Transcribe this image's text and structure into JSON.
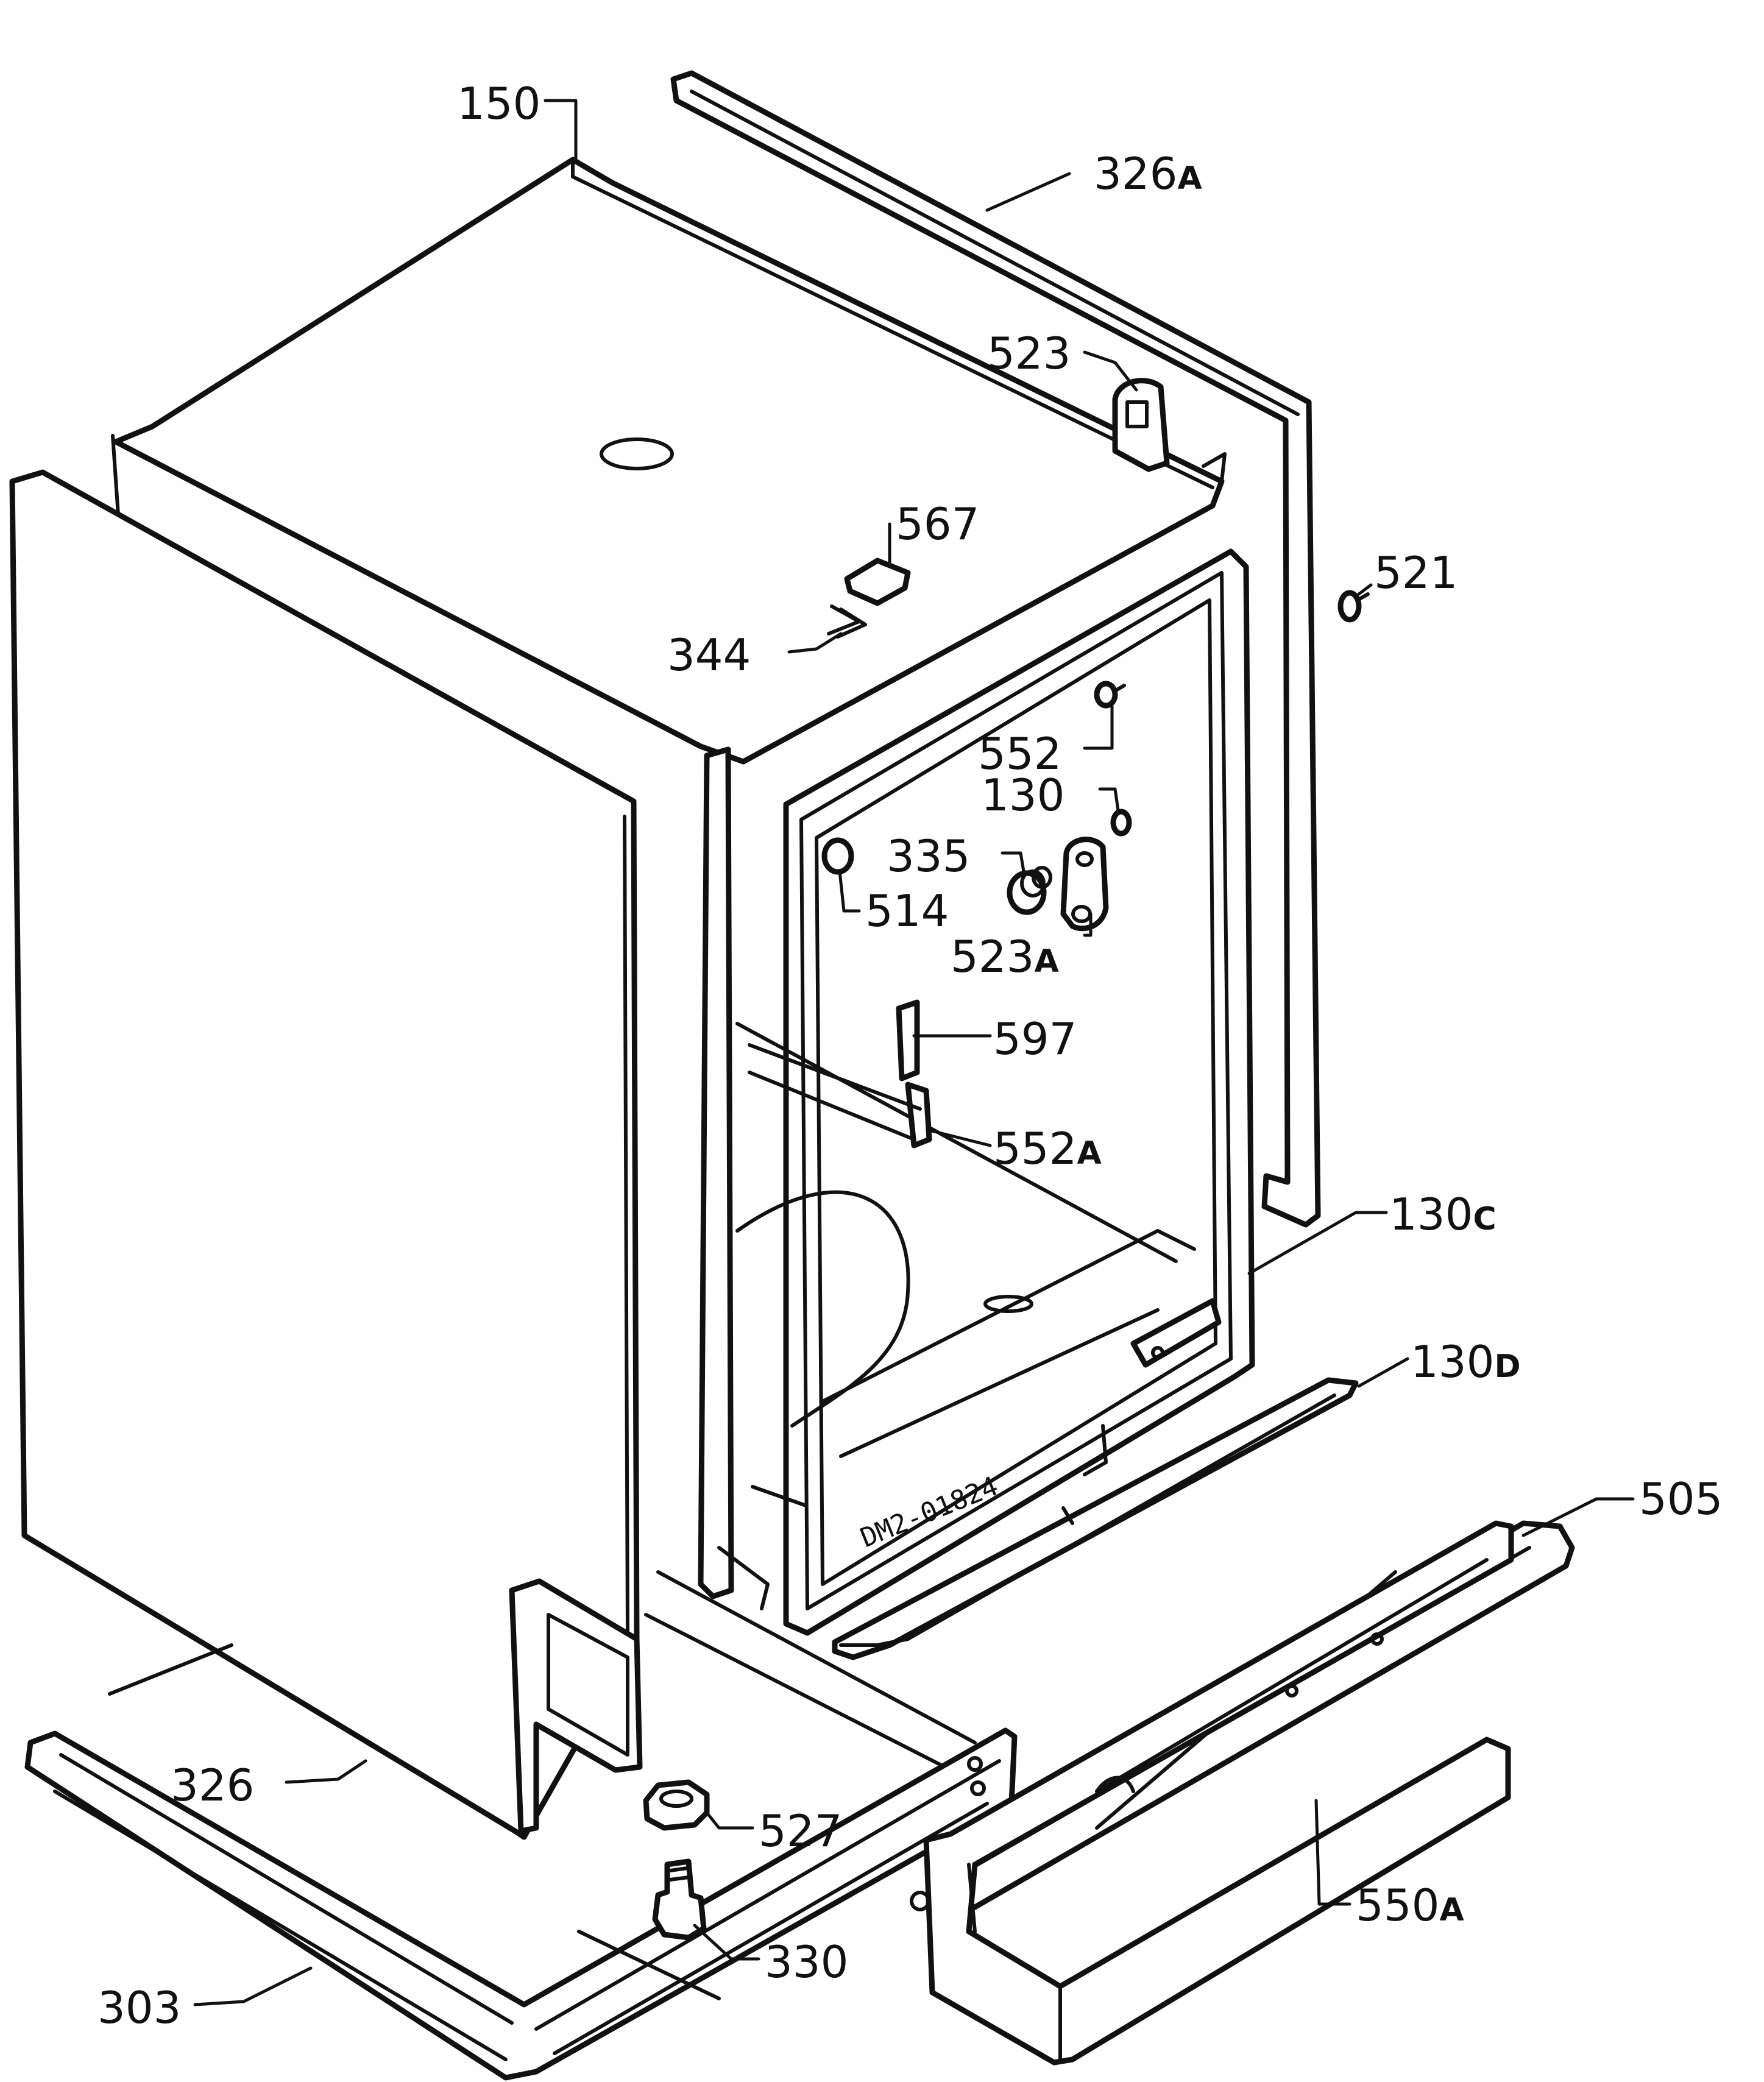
{
  "diagram": {
    "stamp": "DM2-01824",
    "callouts": [
      {
        "id": "150",
        "num": "150",
        "suffix": ""
      },
      {
        "id": "326a",
        "num": "326",
        "suffix": "A"
      },
      {
        "id": "523",
        "num": "523",
        "suffix": ""
      },
      {
        "id": "567",
        "num": "567",
        "suffix": ""
      },
      {
        "id": "521",
        "num": "521",
        "suffix": ""
      },
      {
        "id": "344",
        "num": "344",
        "suffix": ""
      },
      {
        "id": "552",
        "num": "552",
        "suffix": ""
      },
      {
        "id": "130",
        "num": "130",
        "suffix": ""
      },
      {
        "id": "335",
        "num": "335",
        "suffix": ""
      },
      {
        "id": "514",
        "num": "514",
        "suffix": ""
      },
      {
        "id": "523a",
        "num": "523",
        "suffix": "A"
      },
      {
        "id": "597",
        "num": "597",
        "suffix": ""
      },
      {
        "id": "552a",
        "num": "552",
        "suffix": "A"
      },
      {
        "id": "130c",
        "num": "130",
        "suffix": "C"
      },
      {
        "id": "130d",
        "num": "130",
        "suffix": "D"
      },
      {
        "id": "505",
        "num": "505",
        "suffix": ""
      },
      {
        "id": "326",
        "num": "326",
        "suffix": ""
      },
      {
        "id": "527",
        "num": "527",
        "suffix": ""
      },
      {
        "id": "550a",
        "num": "550",
        "suffix": "A"
      },
      {
        "id": "330",
        "num": "330",
        "suffix": ""
      },
      {
        "id": "303",
        "num": "303",
        "suffix": ""
      }
    ]
  }
}
